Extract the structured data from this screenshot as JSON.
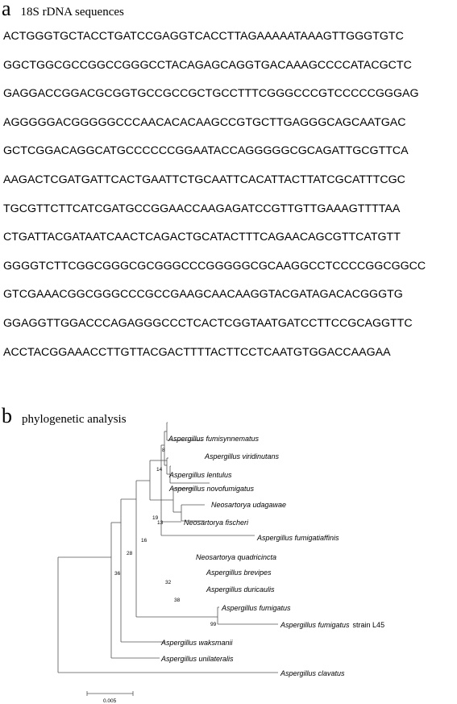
{
  "panel_a": {
    "letter": "a",
    "title": "18S rDNA sequences",
    "sequence_lines": [
      "ACTGGGTGCTACCTGATCCGAGGTCACCTTAGAAAAATAAAGTTGGGTGTC",
      "GGCTGGCGCCGGCCGGGCCTACAGAGCAGGTGACAAAGCCCCATACGCTC",
      "GAGGACCGGACGCGGTGCCGCCGCTGCCTTTCGGGCCCGTCCCCCGGGAG",
      "AGGGGGACGGGGGCCCAACACACAAGCCGTGCTTGAGGGCAGCAATGAC",
      "GCTCGGACAGGCATGCCCCCCGGAATACCAGGGGGCGCAGATTGCGTTCA",
      "AAGACTCGATGATTCACTGAATTCTGCAATTCACATTACTTATCGCATTTCGC",
      "TGCGTTCTTCATCGATGCCGGAACCAAGAGATCCGTTGTTGAAAGTTTTAA",
      "CTGATTACGATAATCAACTCAGACTGCATACTTTCAGAACAGCGTTCATGTT",
      "GGGGTCTTCGGCGGGCGCGGGCCCGGGGGCGCAAGGCCTCCCCGGCGGCC",
      "GTCGAAACGGCGGGCCCGCCGAAGCAACAAGGTACGATAGACACGGGTG",
      "GGAGGTTGGACCCAGAGGGCCCTCACTCGGTAATGATCCTTCCGCAGGTTC",
      "ACCTACGGAAACCTTGTTACGACTTTTACTTCCTCAATGTGGACCAAGAA"
    ]
  },
  "panel_b": {
    "letter": "b",
    "title": "phylogenetic analysis",
    "taxa": [
      "Aspergillus fumisynnematus",
      "Aspergillus viridinutans",
      "Aspergillus lentulus",
      "Aspergillus novofumigatus",
      "Neosartorya udagawae",
      "Neosartorya fischeri",
      "Aspergillus fumigatiaffinis",
      "Neosartorya quadricincta",
      "Aspergillus brevipes",
      "Aspergillus duricaulis",
      "Aspergillus fumigatus",
      "Aspergillus fumigatus",
      "Aspergillus waksmanii",
      "Aspergillus unilateralis",
      "Aspergillus clavatus"
    ],
    "strain_suffix": "strain L45",
    "bootstrap": [
      "8",
      "14",
      "13",
      "19",
      "16",
      "32",
      "38",
      "28",
      "36",
      "99"
    ],
    "scale_label": "0.005"
  }
}
